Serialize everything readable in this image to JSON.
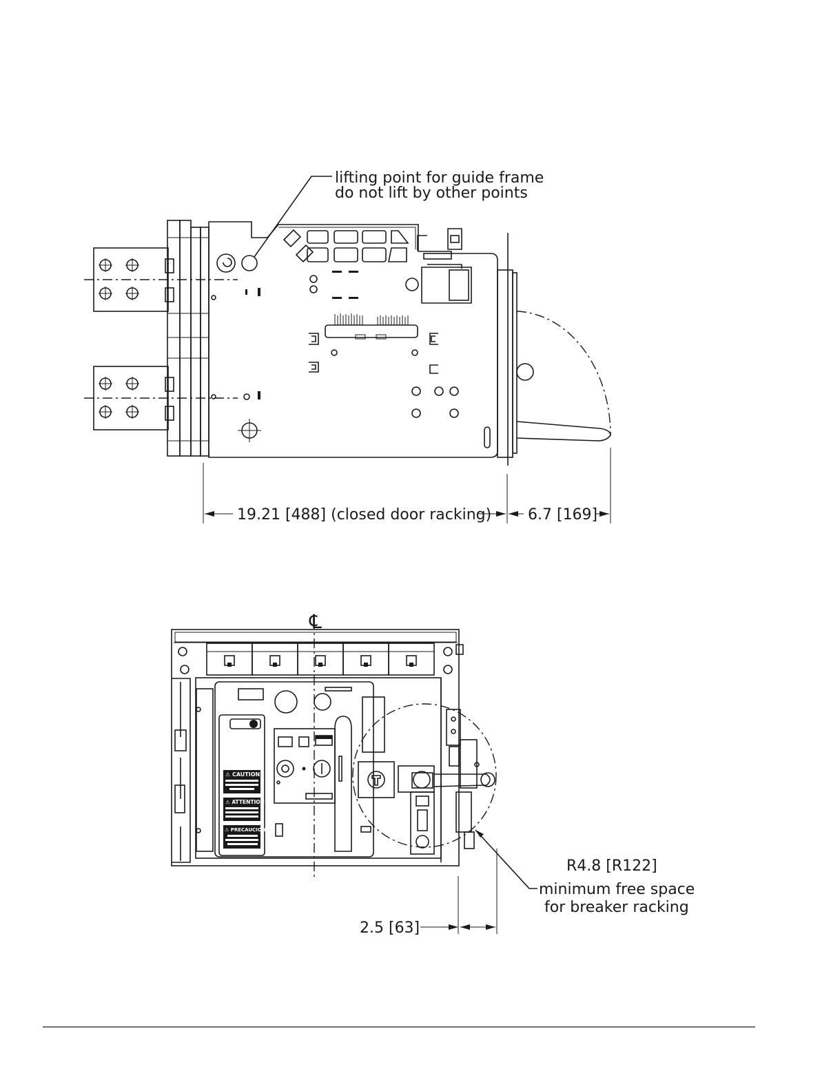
{
  "side_view": {
    "lifting_note_line1": "lifting point for guide frame",
    "lifting_note_line2": "do not lift by other points",
    "dim_depth": "19.21 [488] (closed door racking)",
    "dim_handle": "6.7 [169]"
  },
  "front_view": {
    "centerline_symbol": "℄",
    "radius_label": "R4.8 [R122]",
    "radius_note_line1": "minimum free space",
    "radius_note_line2": "for breaker racking",
    "dim_side": "2.5 [63]",
    "label_caution": "⚠ CAUTION",
    "label_attention": "⚠ ATTENTION",
    "label_precaucion": "⚠ PRECAUCION"
  }
}
